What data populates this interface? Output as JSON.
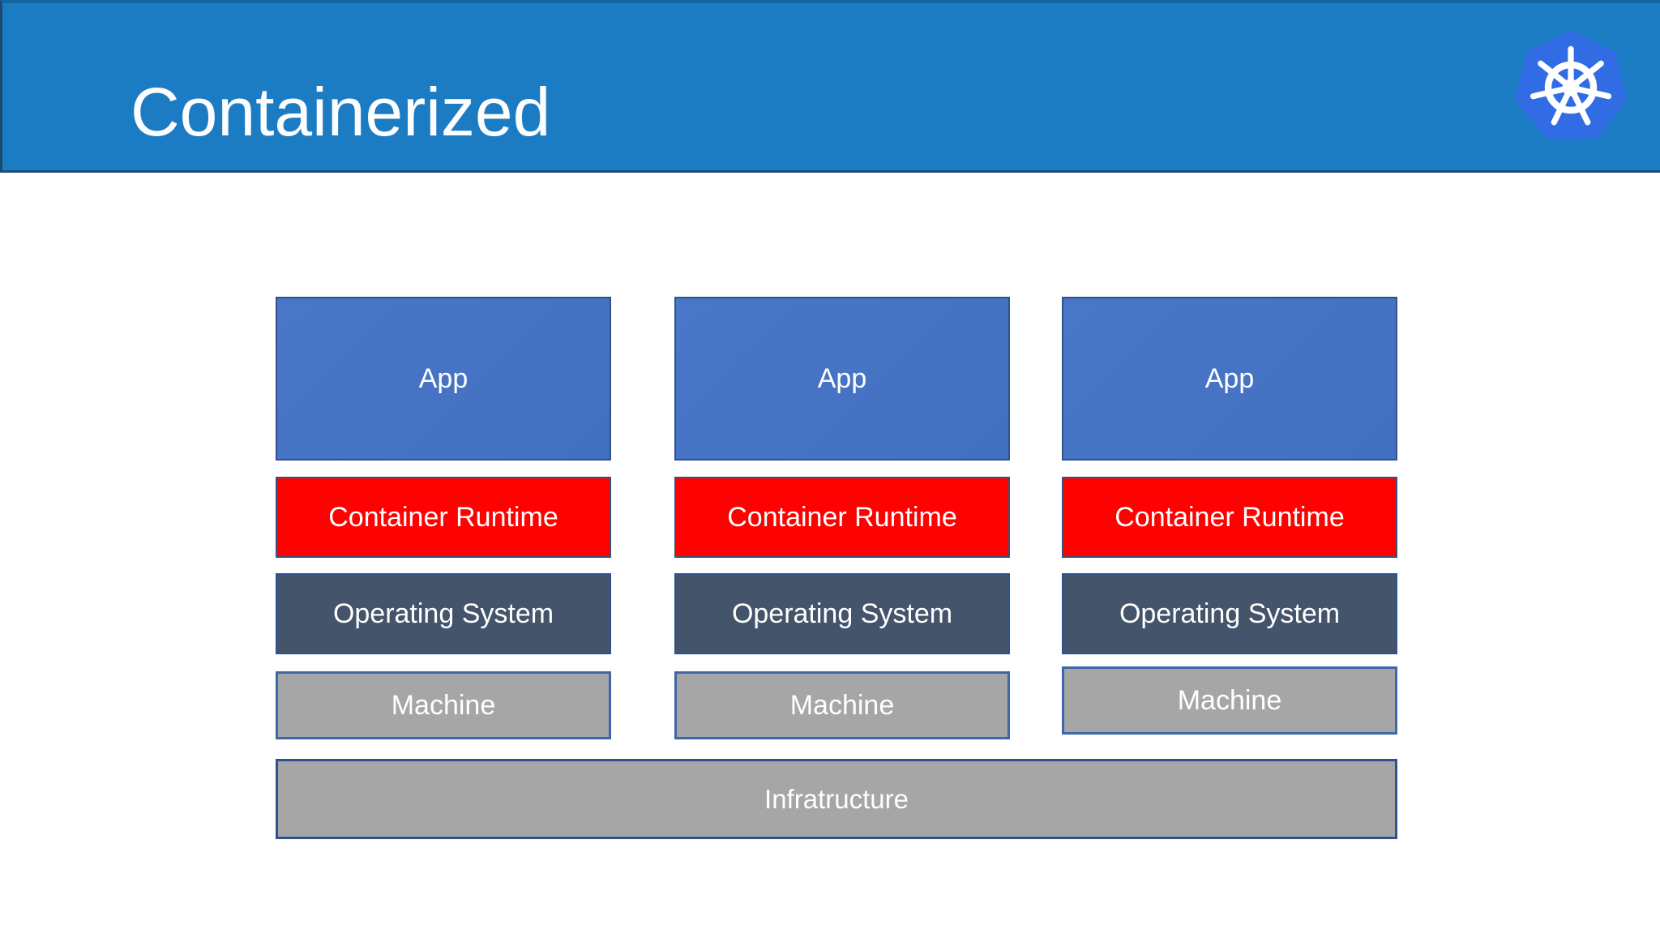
{
  "header": {
    "title": "Containerized",
    "background_color": "#1B7CC4",
    "logo": {
      "name": "kubernetes-helm-logo",
      "color": "#326CE5",
      "wheel_color": "#FFFFFF"
    }
  },
  "colors": {
    "app_fill": "#4472C4",
    "runtime_fill": "#FE0202",
    "os_fill": "#44546A",
    "machine_fill": "#A6A6A6",
    "infrastructure_fill": "#A6A6A6",
    "box_border": "#2F528F",
    "machine_border": "#3E66A8",
    "label_text": "#FFFFFF"
  },
  "diagram": {
    "columns": [
      {
        "layers": [
          {
            "label": "App"
          },
          {
            "label": "Container Runtime"
          },
          {
            "label": "Operating System"
          },
          {
            "label": "Machine"
          }
        ]
      },
      {
        "layers": [
          {
            "label": "App"
          },
          {
            "label": "Container Runtime"
          },
          {
            "label": "Operating System"
          },
          {
            "label": "Machine"
          }
        ]
      },
      {
        "layers": [
          {
            "label": "App"
          },
          {
            "label": "Container Runtime"
          },
          {
            "label": "Operating System"
          },
          {
            "label": "Machine"
          }
        ]
      }
    ],
    "base": {
      "label": "Infratructure"
    }
  }
}
